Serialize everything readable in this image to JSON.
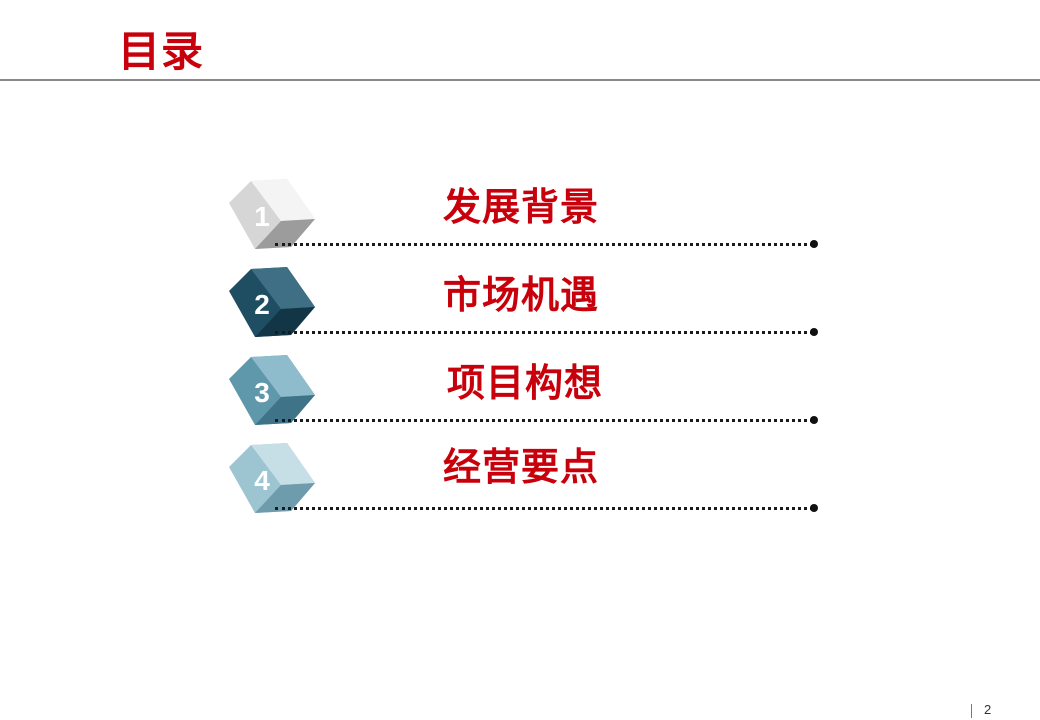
{
  "slide": {
    "title": "目录",
    "page_number": "2"
  },
  "toc": {
    "items": [
      {
        "number": "1",
        "label": "发展背景",
        "cube_top": "#f4f4f4",
        "cube_front": "#d6d6d6",
        "cube_side": "#9c9c9c"
      },
      {
        "number": "2",
        "label": "市场机遇",
        "cube_top": "#3f6f84",
        "cube_front": "#1f4e63",
        "cube_side": "#123646"
      },
      {
        "number": "3",
        "label": "项目构想",
        "cube_top": "#8fbccc",
        "cube_front": "#5f97ab",
        "cube_side": "#3f7488"
      },
      {
        "number": "4",
        "label": "经营要点",
        "cube_top": "#c6dfe7",
        "cube_front": "#9cc4d1",
        "cube_side": "#6f9cac"
      }
    ]
  },
  "colors": {
    "accent_red": "#c8000b",
    "rule_gray": "#8a8a8a"
  }
}
